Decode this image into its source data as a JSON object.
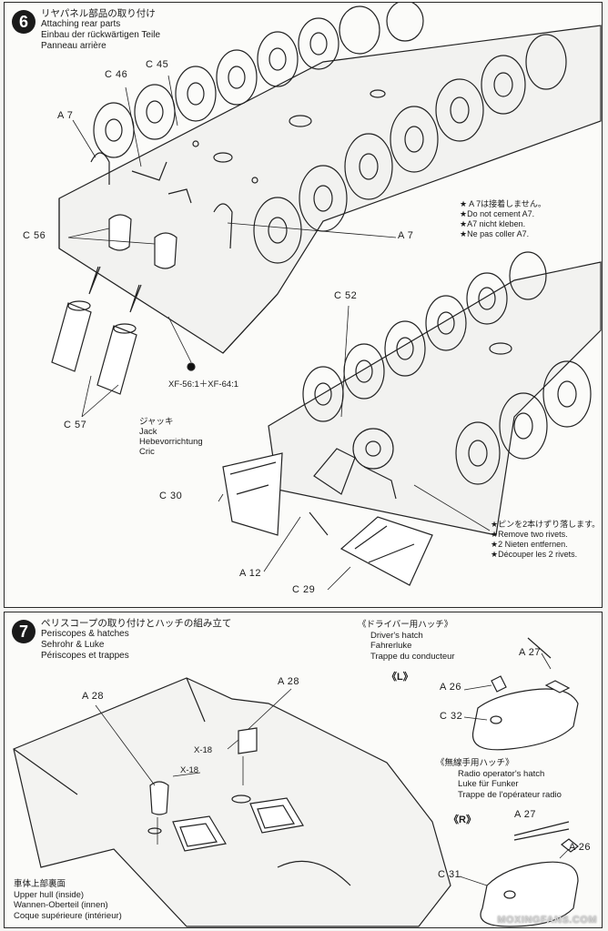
{
  "step6": {
    "number": "6",
    "title_jp": "リヤパネル部品の取り付け",
    "title_en": "Attaching rear parts",
    "title_de": "Einbau der rückwärtigen Teile",
    "title_fr": "Panneau arrière",
    "labels": {
      "c46": "C 46",
      "c45": "C 45",
      "a7_top": "A 7",
      "a7_right": "A 7",
      "c56": "C 56",
      "c57": "C 57",
      "c52": "C 52",
      "c30": "C 30",
      "a12": "A 12",
      "c29": "C 29"
    },
    "paint": "XF-56:1＋XF-64:1",
    "jack": {
      "jp": "ジャッキ",
      "en": "Jack",
      "de": "Hebevorrichtung",
      "fr": "Cric"
    },
    "note_a7": {
      "jp": "★ A 7は接着しません。",
      "en": "★Do not cement A7.",
      "de": "★A7 nicht kleben.",
      "fr": "★Ne pas coller A7."
    },
    "note_rivets": {
      "jp": "★ピンを2本けずり落します。",
      "en": "★Remove two rivets.",
      "de": "★2 Nieten entfernen.",
      "fr": "★Découper les 2 rivets."
    }
  },
  "step7": {
    "number": "7",
    "title_jp": "ペリスコープの取り付けとハッチの組み立て",
    "title_en": "Periscopes & hatches",
    "title_de": "Sehrohr & Luke",
    "title_fr": "Périscopes et trappes",
    "labels": {
      "a28_left": "A 28",
      "a28_right": "A 28",
      "x18_a": "X-18",
      "x18_b": "X-18",
      "a27_top": "A 27",
      "a26_top": "A 26",
      "c32": "C 32",
      "a27_bottom": "A 27",
      "a26_bottom": "A 26",
      "c31": "C 31"
    },
    "driver_hatch": {
      "jp": "《ドライバー用ハッチ》",
      "en": "Driver's hatch",
      "de": "Fahrerluke",
      "fr": "Trappe du conducteur",
      "side": "《L》"
    },
    "radio_hatch": {
      "jp": "《無線手用ハッチ》",
      "en": "Radio operator's hatch",
      "de": "Luke für Funker",
      "fr": "Trappe de l'opérateur radio",
      "side": "《R》"
    },
    "hull": {
      "jp": "車体上部裏面",
      "en": "Upper hull (inside)",
      "de": "Wannen-Oberteil (innen)",
      "fr": "Coque supérieure (intérieur)"
    }
  },
  "watermark": "MOXINGFANS.COM"
}
